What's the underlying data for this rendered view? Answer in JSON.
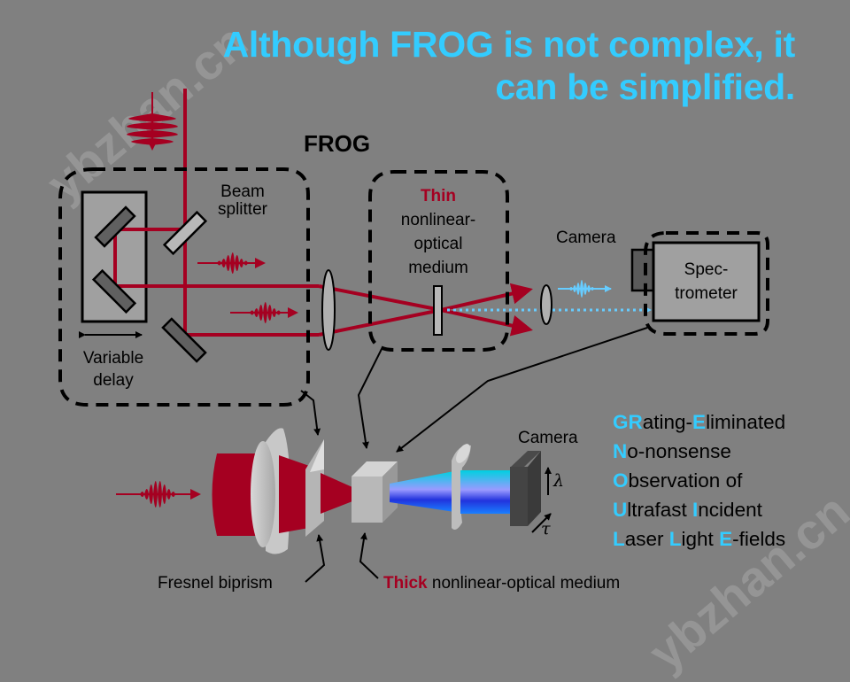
{
  "title": {
    "line1": "Although FROG is not complex, it",
    "line2": "can be simplified."
  },
  "frog_diagram": {
    "heading": "FROG",
    "beam_splitter": [
      "Beam",
      "splitter"
    ],
    "variable_delay": [
      "Variable",
      "delay"
    ],
    "thin_medium": {
      "emphasis": "Thin",
      "lines": [
        "nonlinear-",
        "optical",
        "medium"
      ]
    },
    "camera": "Camera",
    "spectrometer": [
      "Spec-",
      "trometer"
    ]
  },
  "grenouille_diagram": {
    "camera": "Camera",
    "axis_lambda": "λ",
    "axis_tau": "τ",
    "fresnel_biprism": "Fresnel biprism",
    "thick_medium": {
      "emphasis": "Thick",
      "rest": " nonlinear-optical medium"
    }
  },
  "acronym": [
    [
      {
        "t": "GR",
        "h": true
      },
      {
        "t": "ating-",
        "h": false
      },
      {
        "t": "E",
        "h": true
      },
      {
        "t": "liminated",
        "h": false
      }
    ],
    [
      {
        "t": "N",
        "h": true
      },
      {
        "t": "o-nonsense",
        "h": false
      }
    ],
    [
      {
        "t": "O",
        "h": true
      },
      {
        "t": "bservation of",
        "h": false
      }
    ],
    [
      {
        "t": "U",
        "h": true
      },
      {
        "t": "ltrafast ",
        "h": false
      },
      {
        "t": "I",
        "h": true
      },
      {
        "t": "ncident",
        "h": false
      }
    ],
    [
      {
        "t": "L",
        "h": true
      },
      {
        "t": "aser ",
        "h": false
      },
      {
        "t": "L",
        "h": true
      },
      {
        "t": "ight ",
        "h": false
      },
      {
        "t": "E",
        "h": true
      },
      {
        "t": "-fields",
        "h": false
      }
    ]
  ],
  "watermark": "ybzhan.cn",
  "colors": {
    "background": "#808080",
    "title": "#33ccff",
    "beam_red": "#a50021",
    "signal_blue": "#66ccff",
    "highlight": "#33ccff"
  }
}
